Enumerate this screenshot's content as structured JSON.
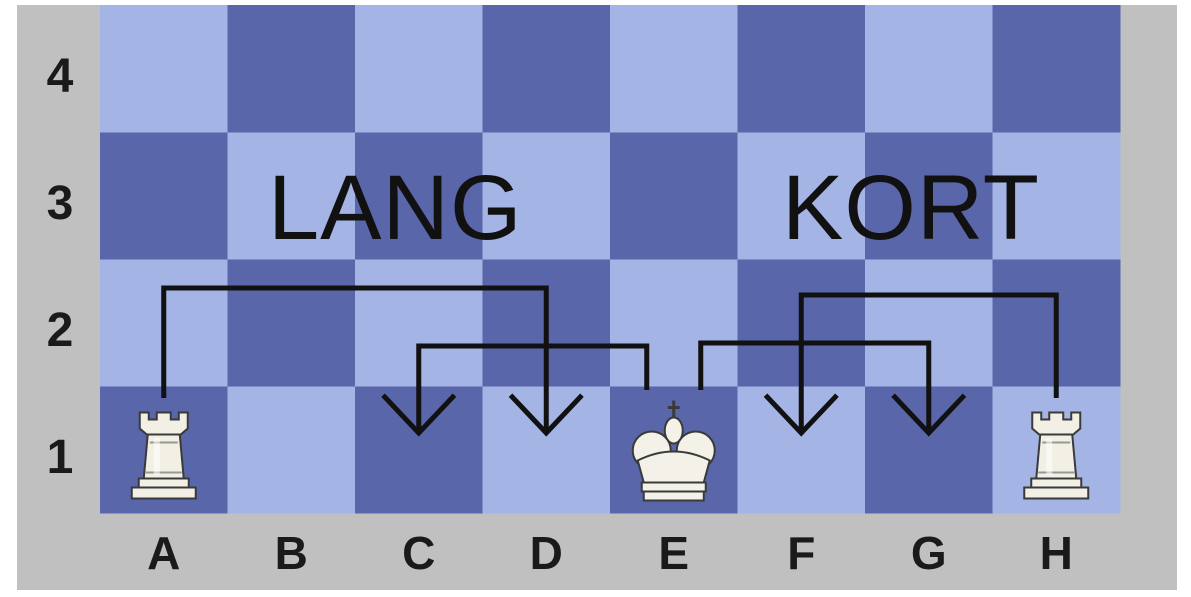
{
  "board": {
    "files": [
      "A",
      "B",
      "C",
      "D",
      "E",
      "F",
      "G",
      "H"
    ],
    "ranks": [
      "1",
      "2",
      "3",
      "4"
    ],
    "light_color": "#a4b4e4",
    "dark_color": "#5966aa",
    "frame_color": "#c0c0c0",
    "arrow_color": "#111111"
  },
  "labels": {
    "queenside": "LANG",
    "kingside": "KORT"
  },
  "pieces": [
    {
      "type": "rook",
      "square": "A1",
      "color": "white",
      "icon": "white-rook-icon"
    },
    {
      "type": "king",
      "square": "E1",
      "color": "white",
      "icon": "white-king-icon"
    },
    {
      "type": "rook",
      "square": "H1",
      "color": "white",
      "icon": "white-rook-icon"
    }
  ],
  "castling_moves": [
    {
      "side": "queenside",
      "piece": "rook",
      "from": "A1",
      "to": "D1"
    },
    {
      "side": "queenside",
      "piece": "king",
      "from": "E1",
      "to": "C1"
    },
    {
      "side": "kingside",
      "piece": "king",
      "from": "E1",
      "to": "G1"
    },
    {
      "side": "kingside",
      "piece": "rook",
      "from": "H1",
      "to": "F1"
    }
  ]
}
